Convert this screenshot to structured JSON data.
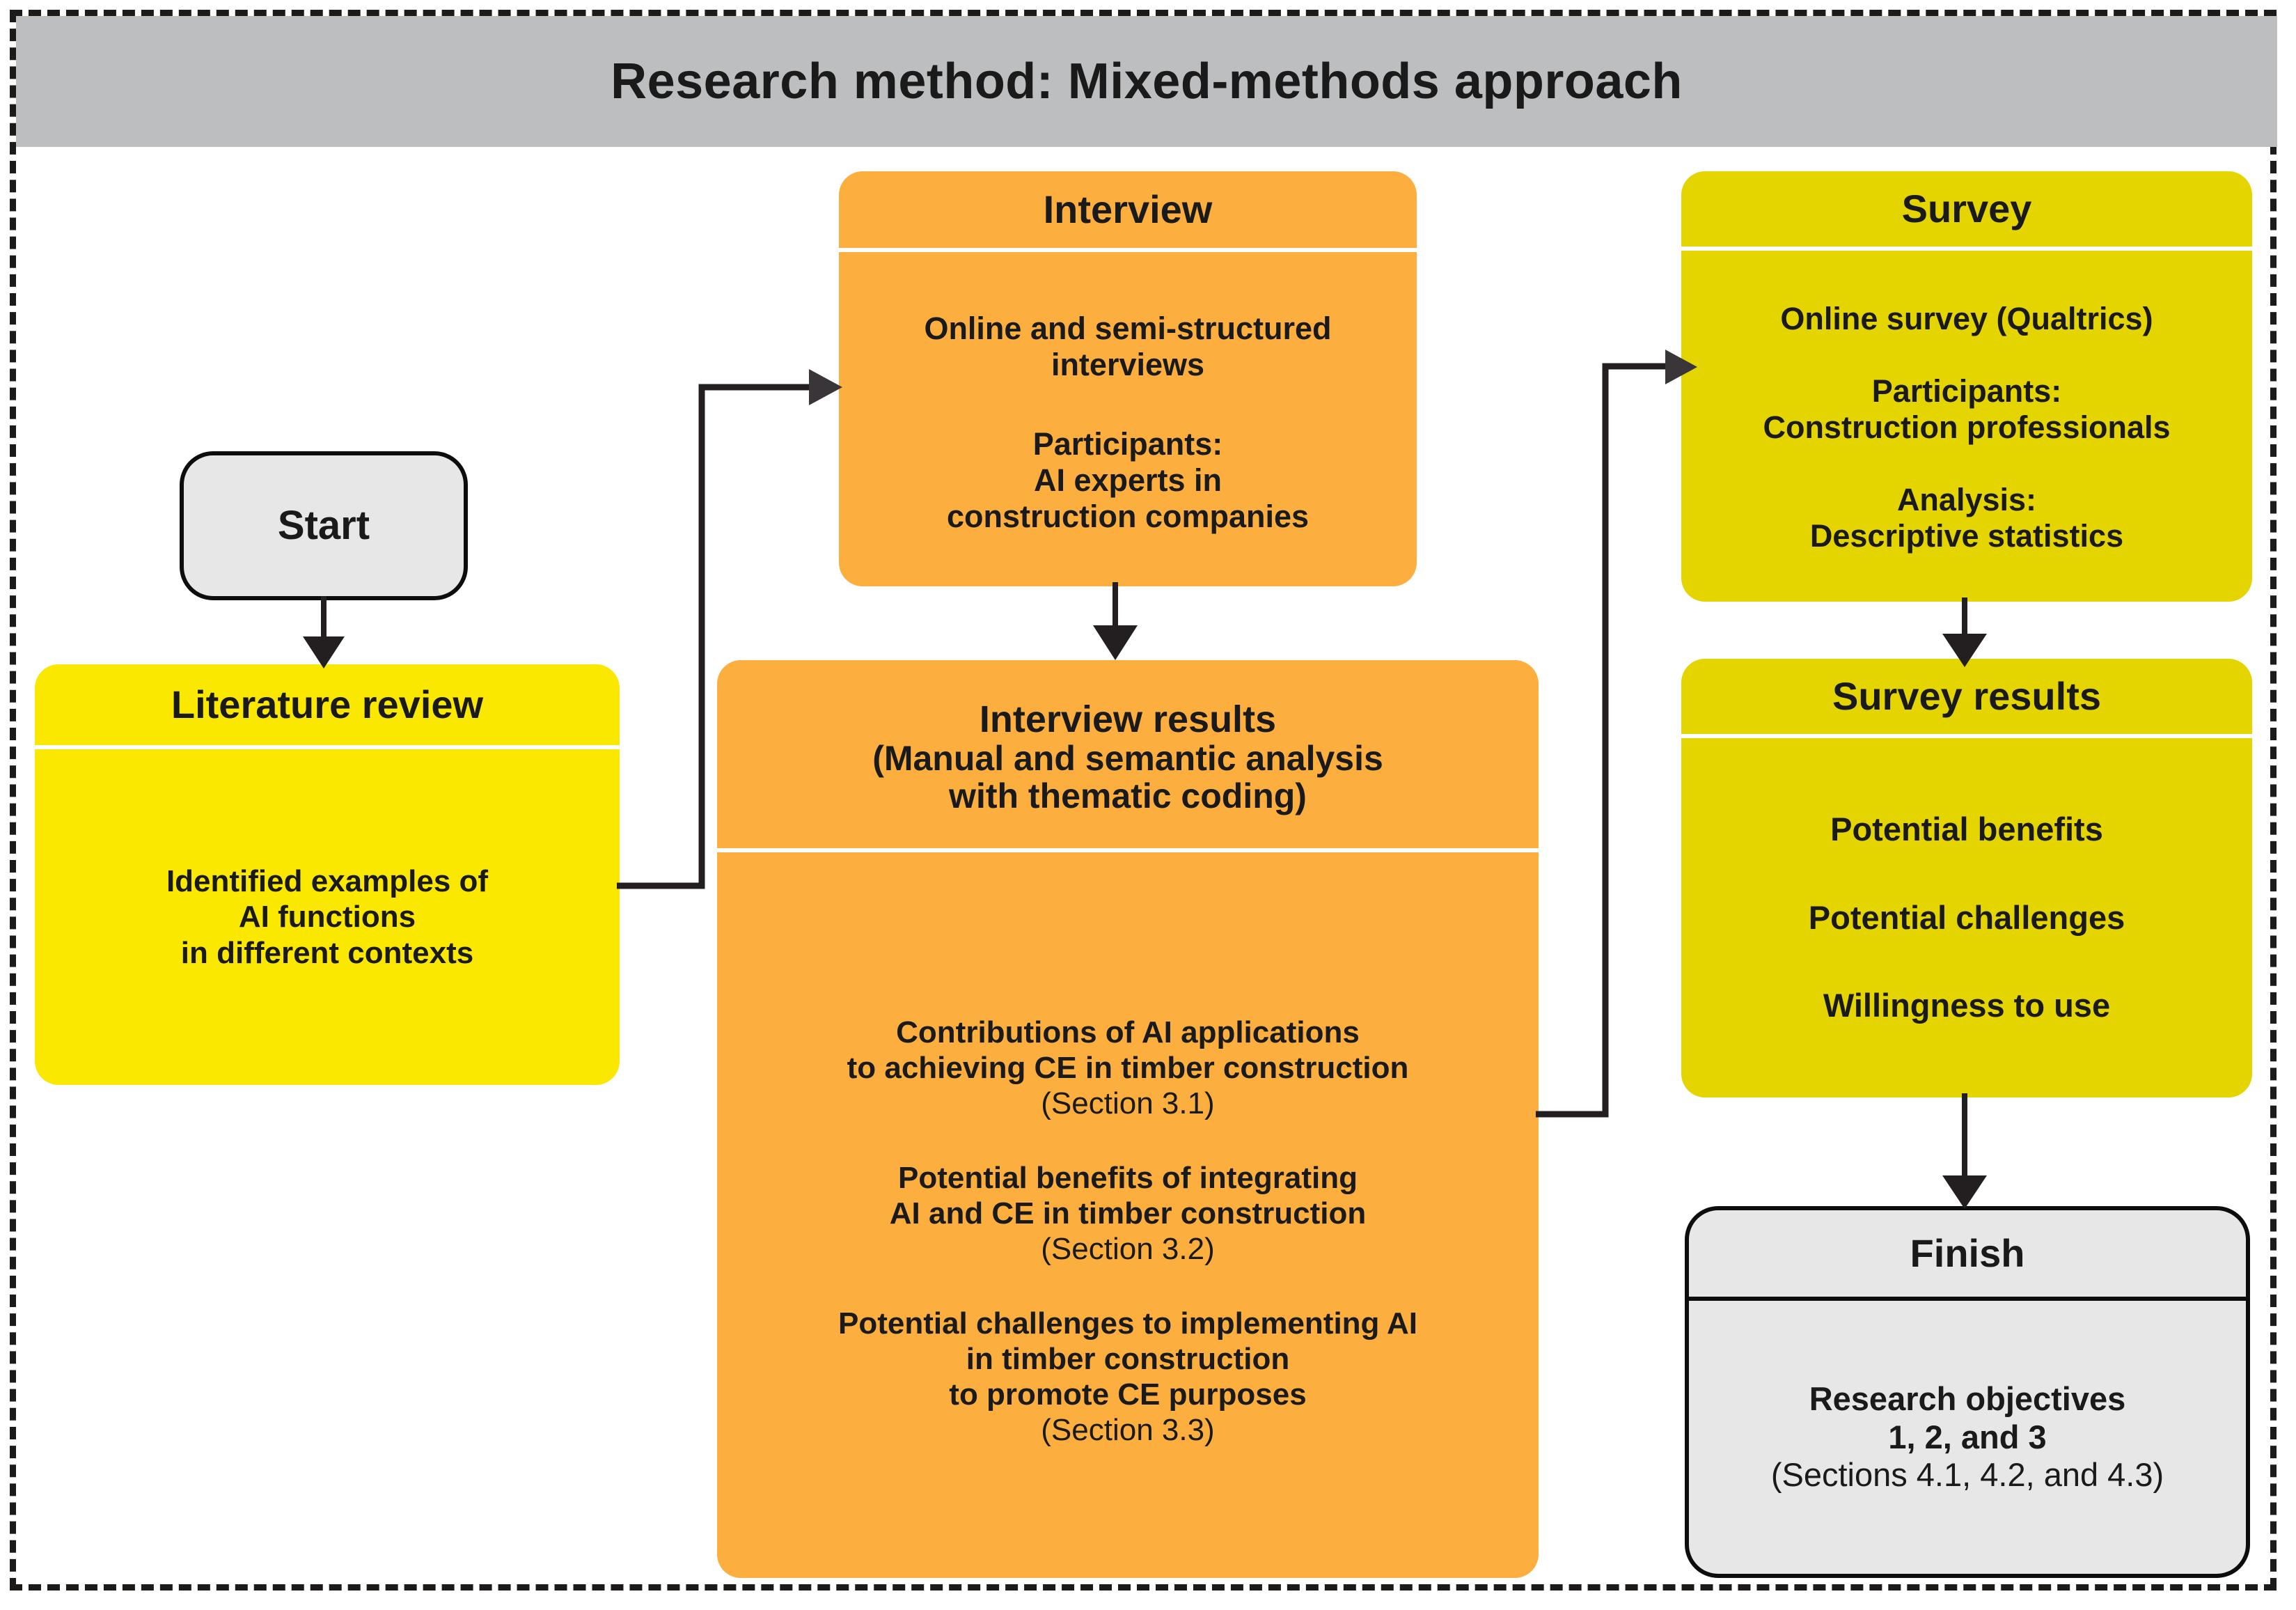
{
  "header": {
    "title": "Research method: Mixed-methods approach",
    "background_color": "#bcbec0"
  },
  "colors": {
    "frame_border": "#1d1a1a",
    "terminator_fill": "#e7e7e8",
    "terminator_border": "#0d0d0d",
    "yellow_bright": "#fbe800",
    "yellow_olive": "#e4d400",
    "orange": "#fcae3f",
    "arrow": "#231f20",
    "text": "#1a1a1a"
  },
  "nodes": {
    "start": {
      "label": "Start"
    },
    "literature_review": {
      "title": "Literature review",
      "lines": [
        "Identified examples of",
        "AI functions",
        "in different contexts"
      ]
    },
    "interview": {
      "title": "Interview",
      "groups": [
        {
          "lines": [
            "Online and semi-structured",
            "interviews"
          ],
          "note": ""
        },
        {
          "lines": [
            "Participants:",
            "AI experts in",
            "construction companies"
          ],
          "note": ""
        }
      ]
    },
    "interview_results": {
      "title": "Interview results",
      "subtitle_lines": [
        "(Manual and semantic analysis",
        "with thematic coding)"
      ],
      "groups": [
        {
          "lines": [
            "Contributions of AI applications",
            "to achieving CE in timber construction"
          ],
          "note": "(Section 3.1)"
        },
        {
          "lines": [
            "Potential benefits of integrating",
            "AI and CE in timber construction"
          ],
          "note": "(Section 3.2)"
        },
        {
          "lines": [
            "Potential challenges to implementing AI",
            "in timber construction",
            "to promote CE purposes"
          ],
          "note": "(Section 3.3)"
        }
      ]
    },
    "survey": {
      "title": "Survey",
      "groups": [
        {
          "lines": [
            "Online survey (Qualtrics)"
          ],
          "note": ""
        },
        {
          "lines": [
            "Participants:",
            "Construction professionals"
          ],
          "note": ""
        },
        {
          "lines": [
            "Analysis:",
            "Descriptive statistics"
          ],
          "note": ""
        }
      ]
    },
    "survey_results": {
      "title": "Survey results",
      "groups": [
        {
          "lines": [
            "Potential benefits"
          ],
          "note": ""
        },
        {
          "lines": [
            "Potential challenges"
          ],
          "note": ""
        },
        {
          "lines": [
            "Willingness to use"
          ],
          "note": ""
        }
      ]
    },
    "finish": {
      "title": "Finish",
      "lines": [
        "Research objectives",
        "1, 2, and 3"
      ],
      "note": "(Sections 4.1, 4.2, and 4.3)"
    }
  },
  "connectors": [
    {
      "name": "start-to-literature-review",
      "kind": "vertical-arrow"
    },
    {
      "name": "literature-review-to-interview",
      "kind": "elbow-arrow"
    },
    {
      "name": "interview-to-interview-results",
      "kind": "vertical-arrow"
    },
    {
      "name": "interview-results-to-survey",
      "kind": "elbow-arrow"
    },
    {
      "name": "survey-to-survey-results",
      "kind": "vertical-arrow"
    },
    {
      "name": "survey-results-to-finish",
      "kind": "vertical-arrow"
    }
  ]
}
